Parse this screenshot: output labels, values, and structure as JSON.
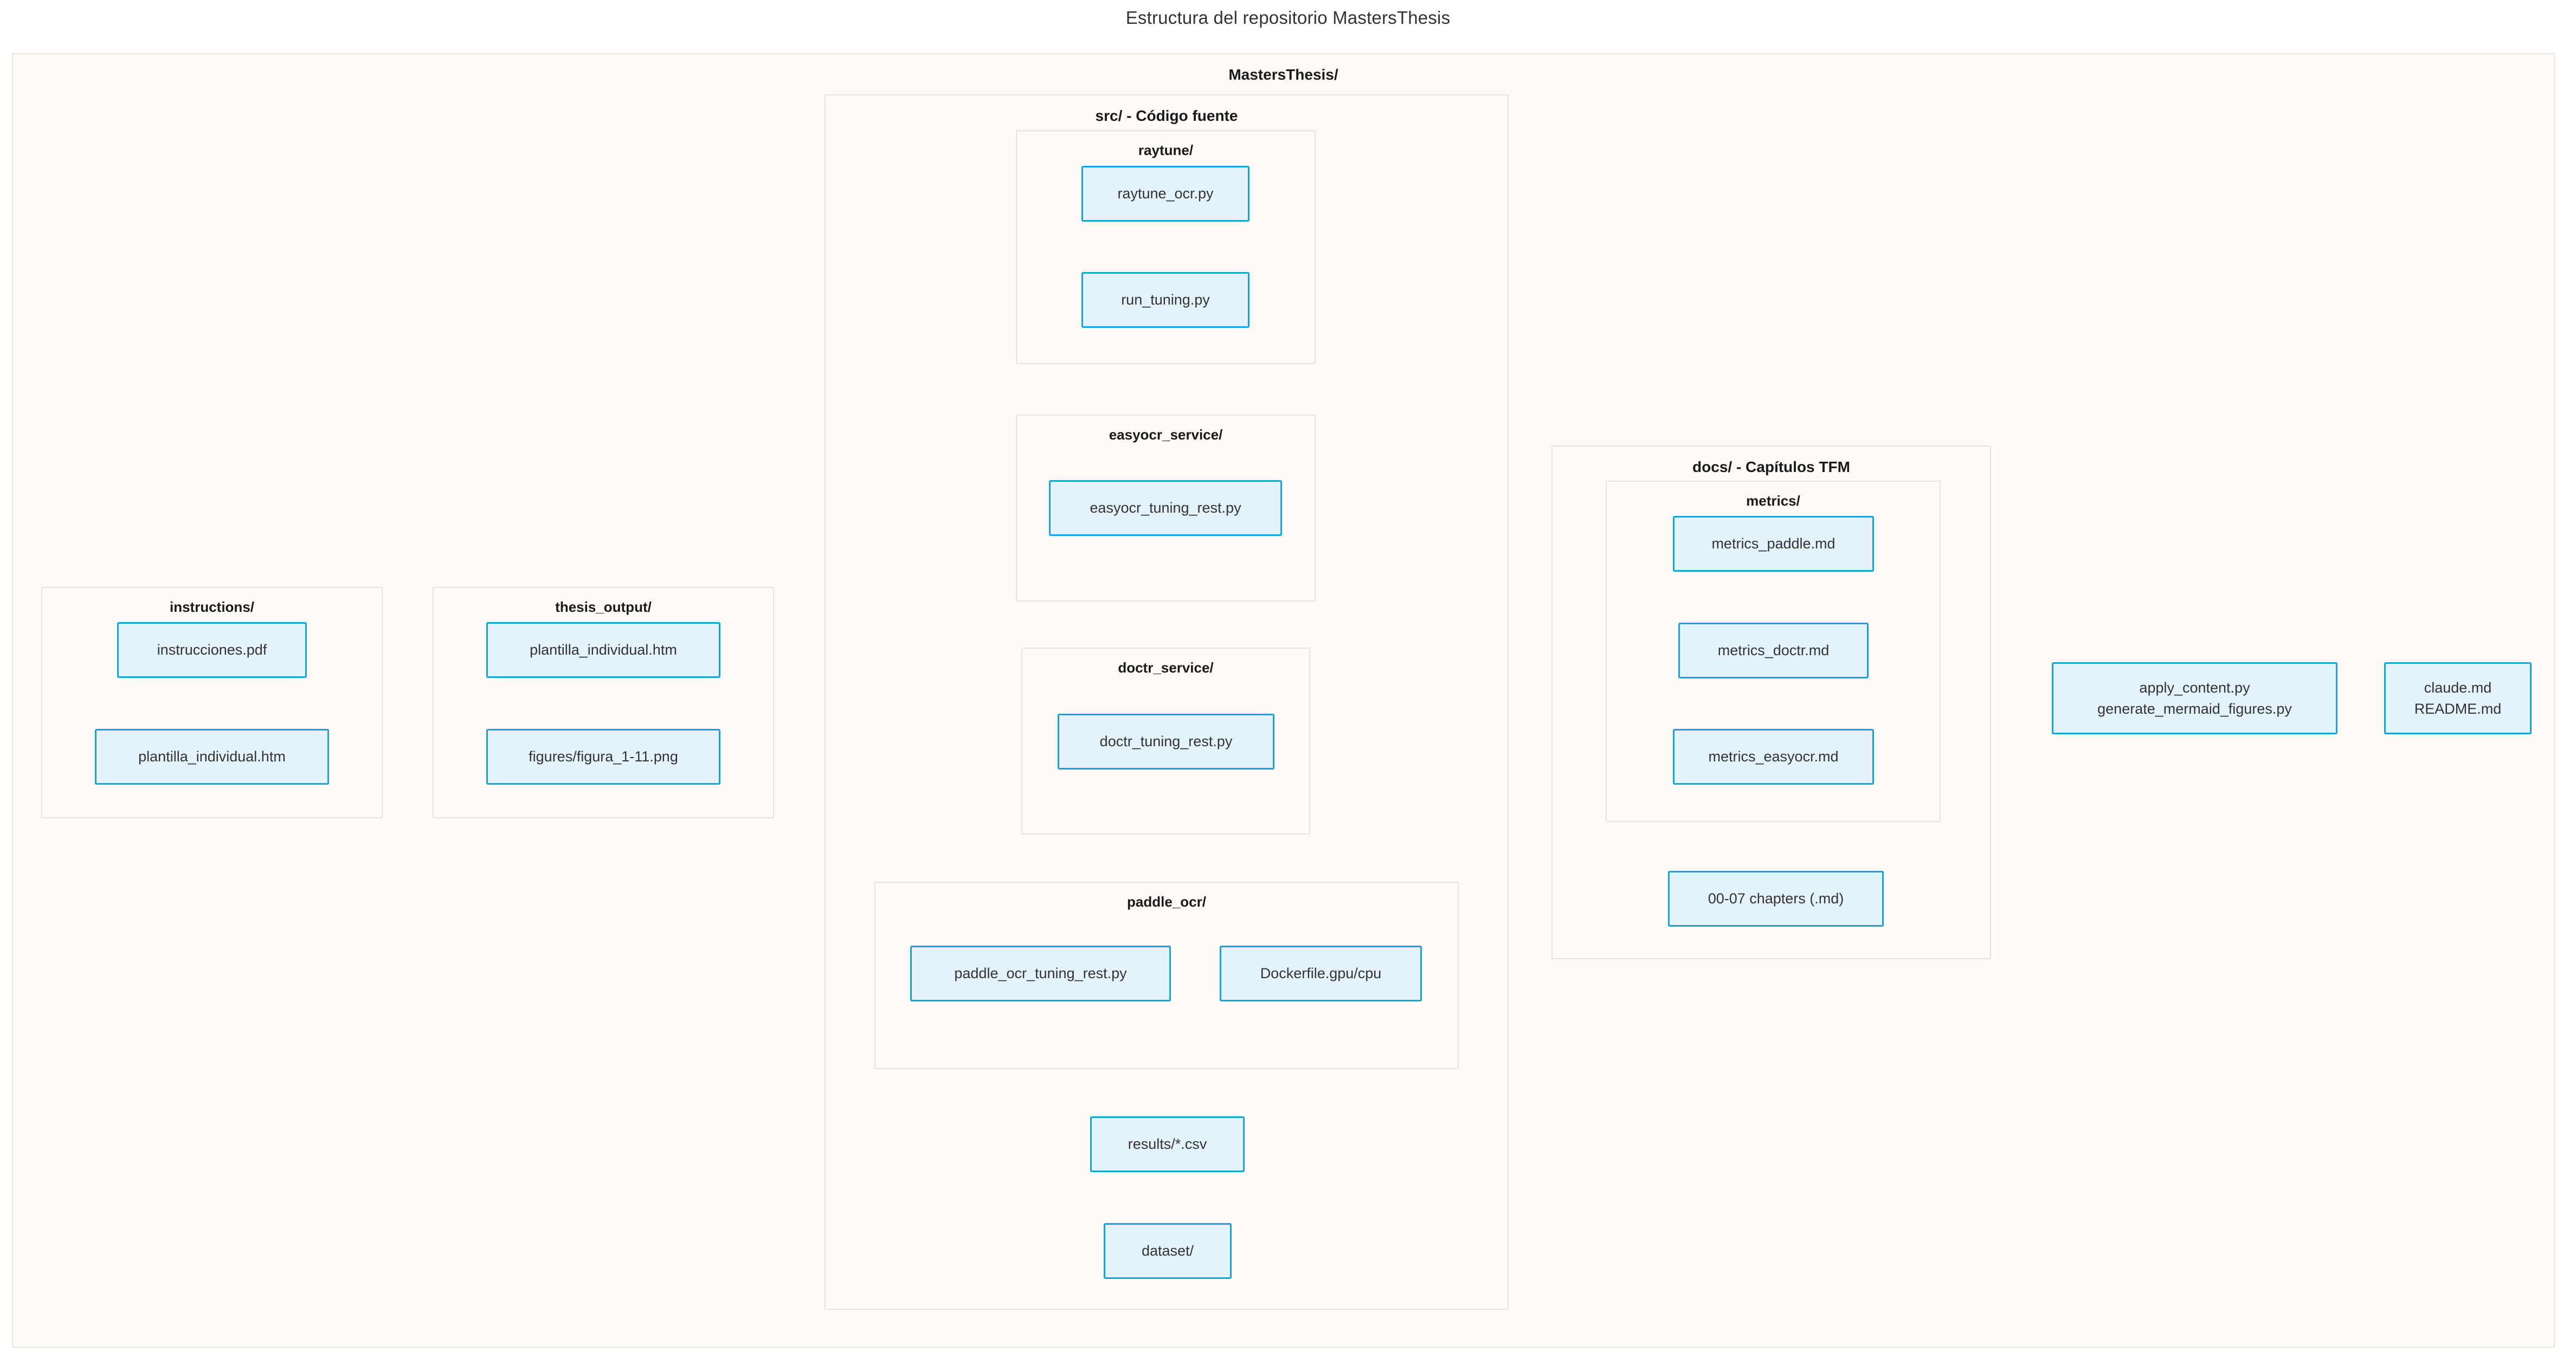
{
  "title": "Estructura del repositorio MastersThesis",
  "theme": {
    "page_background": "#ffffff",
    "cluster_fill": "#fdfaf7",
    "cluster_stroke": "#ece2df",
    "node_fill": "#e3f2fb",
    "node_stroke": "#14a5dd",
    "node_text": "#333333",
    "title_text": "#333333"
  },
  "chart_data": {
    "type": "diagram",
    "diagram_kind": "mermaid-flowchart-subgraphs",
    "title": "Estructura del repositorio MastersThesis",
    "root": "MastersThesis/",
    "tree": [
      {
        "label": "instructions/",
        "children": [
          "instrucciones.pdf",
          "plantilla_individual.htm"
        ]
      },
      {
        "label": "thesis_output/",
        "children": [
          "plantilla_individual.htm",
          "figures/figura_1-11.png"
        ]
      },
      {
        "label": "src/ - Código fuente",
        "children": [
          "results/*.csv",
          "dataset/"
        ],
        "subgroups": [
          {
            "label": "raytune/",
            "children": [
              "raytune_ocr.py",
              "run_tuning.py"
            ]
          },
          {
            "label": "easyocr_service/",
            "children": [
              "easyocr_tuning_rest.py"
            ]
          },
          {
            "label": "doctr_service/",
            "children": [
              "doctr_tuning_rest.py"
            ]
          },
          {
            "label": "paddle_ocr/",
            "children": [
              "paddle_ocr_tuning_rest.py",
              "Dockerfile.gpu/cpu"
            ]
          }
        ]
      },
      {
        "label": "docs/ - Capítulos TFM",
        "children": [
          "00-07 chapters (.md)"
        ],
        "subgroups": [
          {
            "label": "metrics/",
            "children": [
              "metrics_paddle.md",
              "metrics_doctr.md",
              "metrics_easyocr.md"
            ]
          }
        ]
      },
      {
        "label": "",
        "children": [
          "apply_content.py / generate_mermaid_figures.py",
          "claude.md / README.md"
        ]
      }
    ]
  },
  "clusters": {
    "root": {
      "label": "MastersThesis/"
    },
    "instructions": {
      "label": "instructions/"
    },
    "thesis_output": {
      "label": "thesis_output/"
    },
    "src": {
      "label": "src/ - Código fuente"
    },
    "raytune": {
      "label": "raytune/"
    },
    "easyocr_service": {
      "label": "easyocr_service/"
    },
    "doctr_service": {
      "label": "doctr_service/"
    },
    "paddle_ocr": {
      "label": "paddle_ocr/"
    },
    "docs": {
      "label": "docs/ - Capítulos TFM"
    },
    "metrics": {
      "label": "metrics/"
    }
  },
  "nodes": {
    "instrucciones_pdf": {
      "label": "instrucciones.pdf"
    },
    "plantilla_instructions": {
      "label": "plantilla_individual.htm"
    },
    "plantilla_thesis": {
      "label": "plantilla_individual.htm"
    },
    "figuras_png": {
      "label": "figures/figura_1-11.png"
    },
    "raytune_ocr_py": {
      "label": "raytune_ocr.py"
    },
    "run_tuning_py": {
      "label": "run_tuning.py"
    },
    "easyocr_tuning_rest_py": {
      "label": "easyocr_tuning_rest.py"
    },
    "doctr_tuning_rest_py": {
      "label": "doctr_tuning_rest.py"
    },
    "paddle_ocr_tuning_rest_py": {
      "label": "paddle_ocr_tuning_rest.py"
    },
    "dockerfile": {
      "label": "Dockerfile.gpu/cpu"
    },
    "results_csv": {
      "label": "results/*.csv"
    },
    "dataset": {
      "label": "dataset/"
    },
    "metrics_paddle_md": {
      "label": "metrics_paddle.md"
    },
    "metrics_doctr_md": {
      "label": "metrics_doctr.md"
    },
    "metrics_easyocr_md": {
      "label": "metrics_easyocr.md"
    },
    "chapters_md": {
      "label": "00-07 chapters (.md)"
    },
    "scripts": {
      "line1": "apply_content.py",
      "line2": "generate_mermaid_figures.py"
    },
    "readme": {
      "line1": "claude.md",
      "line2": "README.md"
    }
  }
}
